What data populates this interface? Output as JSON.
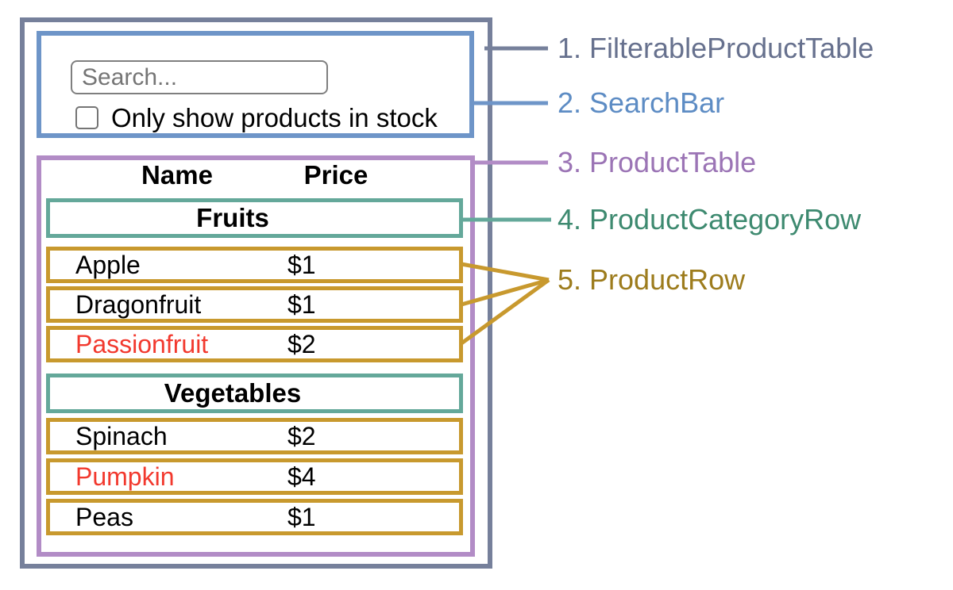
{
  "colors": {
    "filterable_product_table_border": "#76809b",
    "search_bar_border": "#6e95c8",
    "product_table_border": "#b28cc6",
    "product_category_row_border": "#64a89a",
    "product_row_border": "#c8992e",
    "out_of_stock_text": "#f2392e",
    "legend_1": "#67718e",
    "legend_2": "#5d8cc4",
    "legend_3": "#9b74b5",
    "legend_4": "#3e8a70",
    "legend_5": "#9d7c1d"
  },
  "search_bar": {
    "input_placeholder": "Search...",
    "input_value": "",
    "checkbox_checked": false,
    "checkbox_label": "Only show products in stock"
  },
  "product_table": {
    "headers": {
      "name": "Name",
      "price": "Price"
    },
    "rows": [
      {
        "type": "category",
        "label": "Fruits"
      },
      {
        "type": "product",
        "name": "Apple",
        "price": "$1",
        "out_of_stock": false
      },
      {
        "type": "product",
        "name": "Dragonfruit",
        "price": "$1",
        "out_of_stock": false
      },
      {
        "type": "product",
        "name": "Passionfruit",
        "price": "$2",
        "out_of_stock": true
      },
      {
        "type": "category",
        "label": "Vegetables"
      },
      {
        "type": "product",
        "name": "Spinach",
        "price": "$2",
        "out_of_stock": false
      },
      {
        "type": "product",
        "name": "Pumpkin",
        "price": "$4",
        "out_of_stock": true
      },
      {
        "type": "product",
        "name": "Peas",
        "price": "$1",
        "out_of_stock": false
      }
    ]
  },
  "legend": {
    "items": [
      {
        "label": "1. FilterableProductTable"
      },
      {
        "label": "2. SearchBar"
      },
      {
        "label": "3. ProductTable"
      },
      {
        "label": "4. ProductCategoryRow"
      },
      {
        "label": "5. ProductRow"
      }
    ]
  }
}
